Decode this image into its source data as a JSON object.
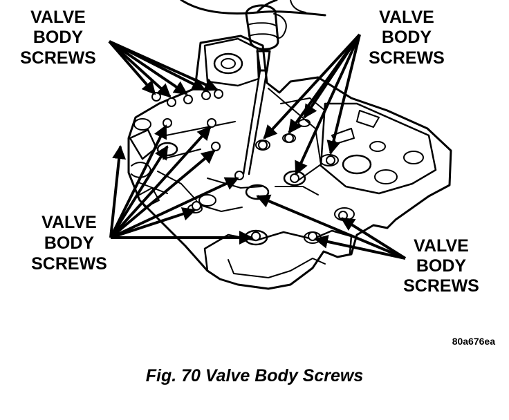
{
  "callouts": {
    "top_left": [
      "VALVE",
      "BODY",
      "SCREWS"
    ],
    "top_right": [
      "VALVE",
      "BODY",
      "SCREWS"
    ],
    "bottom_left": [
      "VALVE",
      "BODY",
      "SCREWS"
    ],
    "bottom_right": [
      "VALVE",
      "BODY",
      "SCREWS"
    ]
  },
  "figure_code": "80a676ea",
  "caption": "Fig. 70 Valve Body Screws"
}
